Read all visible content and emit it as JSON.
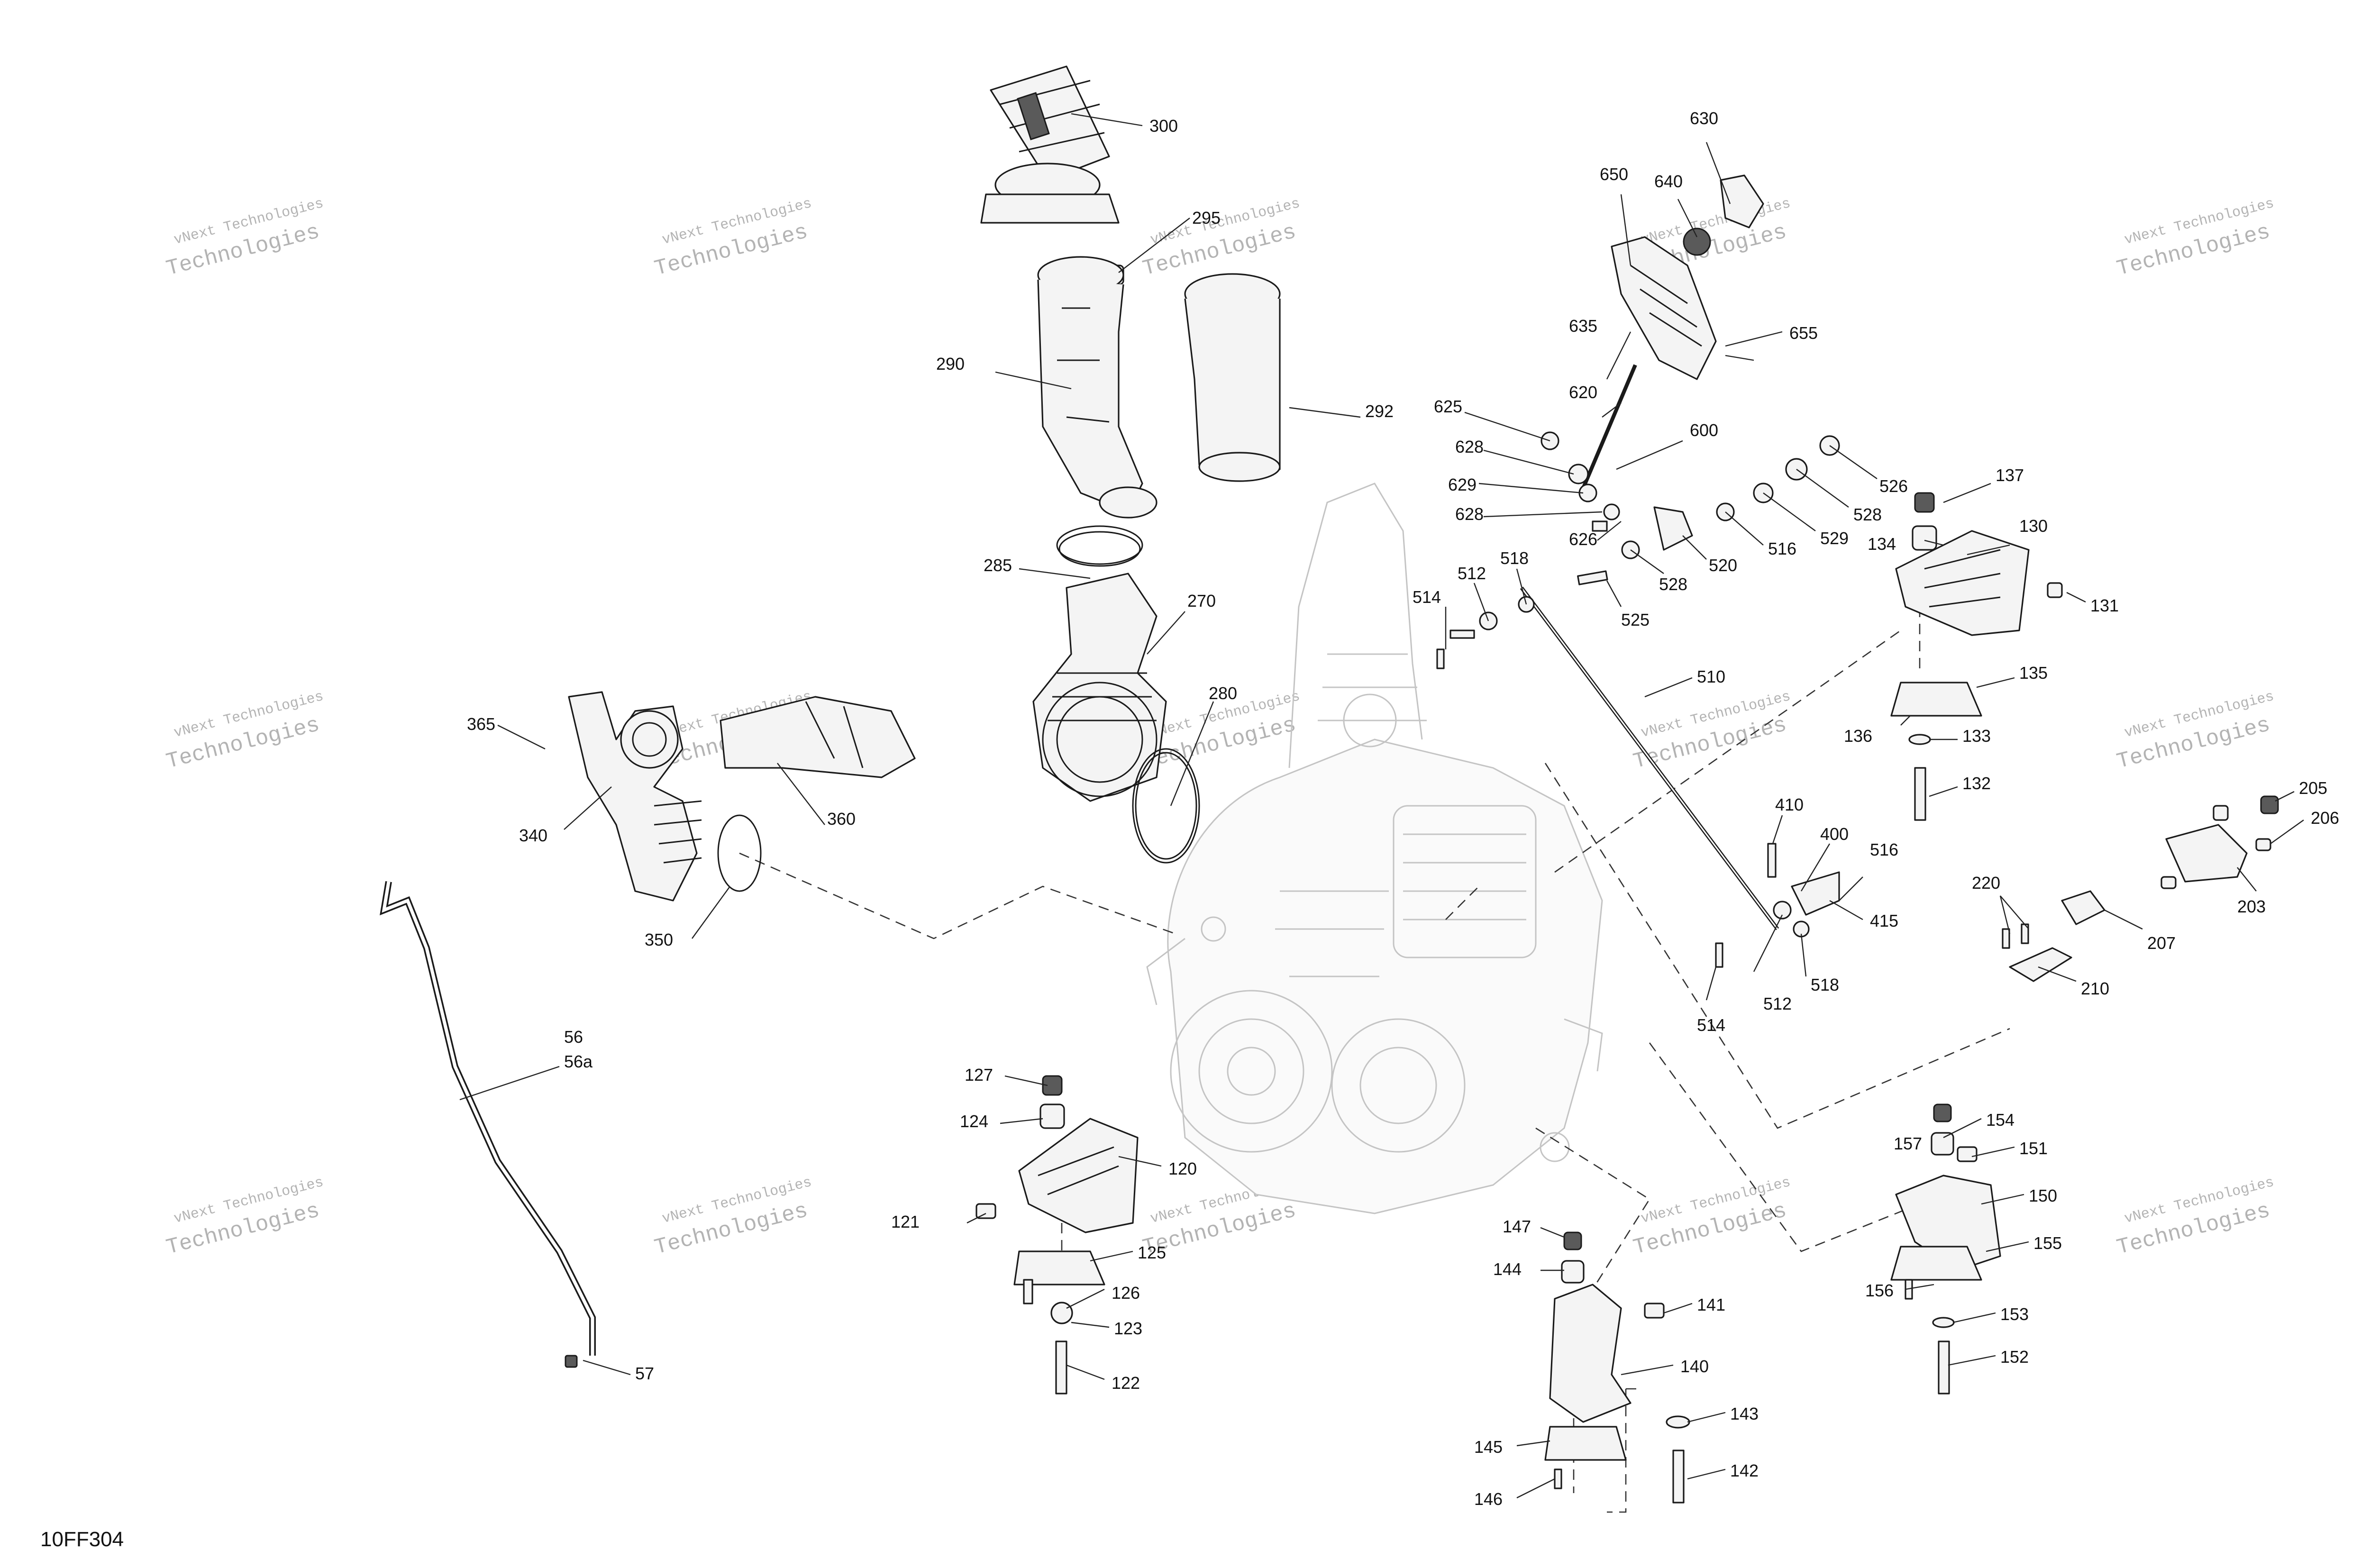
{
  "drawing_code": "10FF304",
  "watermark": {
    "line1": "vNext Technologies",
    "line2": "Technologies"
  },
  "callouts": [
    {
      "id": "300"
    },
    {
      "id": "295"
    },
    {
      "id": "290"
    },
    {
      "id": "292"
    },
    {
      "id": "285"
    },
    {
      "id": "270"
    },
    {
      "id": "280"
    },
    {
      "id": "365"
    },
    {
      "id": "340"
    },
    {
      "id": "360"
    },
    {
      "id": "350"
    },
    {
      "id": "56"
    },
    {
      "id": "56a"
    },
    {
      "id": "57"
    },
    {
      "id": "127"
    },
    {
      "id": "124"
    },
    {
      "id": "120"
    },
    {
      "id": "121"
    },
    {
      "id": "125"
    },
    {
      "id": "126"
    },
    {
      "id": "123"
    },
    {
      "id": "122"
    },
    {
      "id": "630"
    },
    {
      "id": "650"
    },
    {
      "id": "640"
    },
    {
      "id": "655"
    },
    {
      "id": "635"
    },
    {
      "id": "620"
    },
    {
      "id": "625"
    },
    {
      "id": "600"
    },
    {
      "id": "628"
    },
    {
      "id": "629"
    },
    {
      "id": "628"
    },
    {
      "id": "626"
    },
    {
      "id": "526"
    },
    {
      "id": "528"
    },
    {
      "id": "529"
    },
    {
      "id": "516"
    },
    {
      "id": "520"
    },
    {
      "id": "528"
    },
    {
      "id": "525"
    },
    {
      "id": "514"
    },
    {
      "id": "512"
    },
    {
      "id": "518"
    },
    {
      "id": "510"
    },
    {
      "id": "410"
    },
    {
      "id": "400"
    },
    {
      "id": "516"
    },
    {
      "id": "415"
    },
    {
      "id": "518"
    },
    {
      "id": "512"
    },
    {
      "id": "514"
    },
    {
      "id": "137"
    },
    {
      "id": "130"
    },
    {
      "id": "134"
    },
    {
      "id": "131"
    },
    {
      "id": "135"
    },
    {
      "id": "136"
    },
    {
      "id": "133"
    },
    {
      "id": "132"
    },
    {
      "id": "205"
    },
    {
      "id": "206"
    },
    {
      "id": "203"
    },
    {
      "id": "220"
    },
    {
      "id": "207"
    },
    {
      "id": "210"
    },
    {
      "id": "157"
    },
    {
      "id": "154"
    },
    {
      "id": "151"
    },
    {
      "id": "150"
    },
    {
      "id": "155"
    },
    {
      "id": "156"
    },
    {
      "id": "153"
    },
    {
      "id": "152"
    },
    {
      "id": "147"
    },
    {
      "id": "144"
    },
    {
      "id": "141"
    },
    {
      "id": "140"
    },
    {
      "id": "143"
    },
    {
      "id": "145"
    },
    {
      "id": "142"
    },
    {
      "id": "146"
    }
  ]
}
